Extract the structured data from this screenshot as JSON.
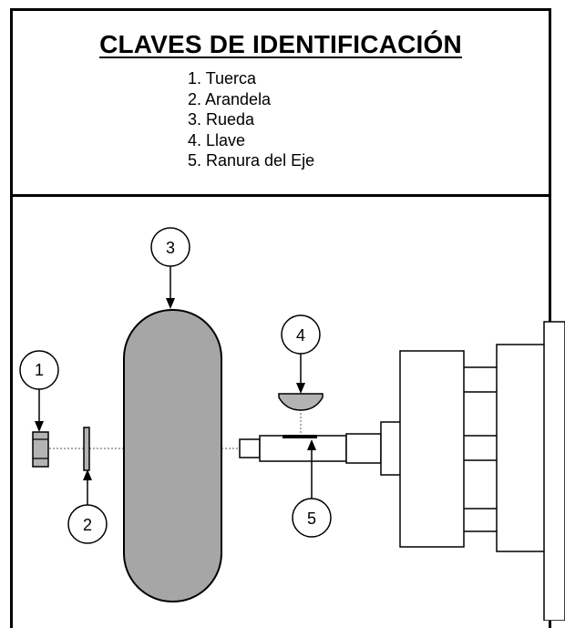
{
  "legend": {
    "title": "CLAVES DE IDENTIFICACIÓN",
    "items": [
      "1. Tuerca",
      "2. Arandela",
      "3. Rueda",
      "4. Llave",
      "5. Ranura del Eje"
    ]
  },
  "callouts": [
    {
      "number": "1",
      "part": "Tuerca"
    },
    {
      "number": "2",
      "part": "Arandela"
    },
    {
      "number": "3",
      "part": "Rueda"
    },
    {
      "number": "4",
      "part": "Llave"
    },
    {
      "number": "5",
      "part": "Ranura del Eje"
    }
  ],
  "colors": {
    "wheel": "#a6a6a6",
    "part": "#b3b3b3",
    "line": "#000000"
  }
}
